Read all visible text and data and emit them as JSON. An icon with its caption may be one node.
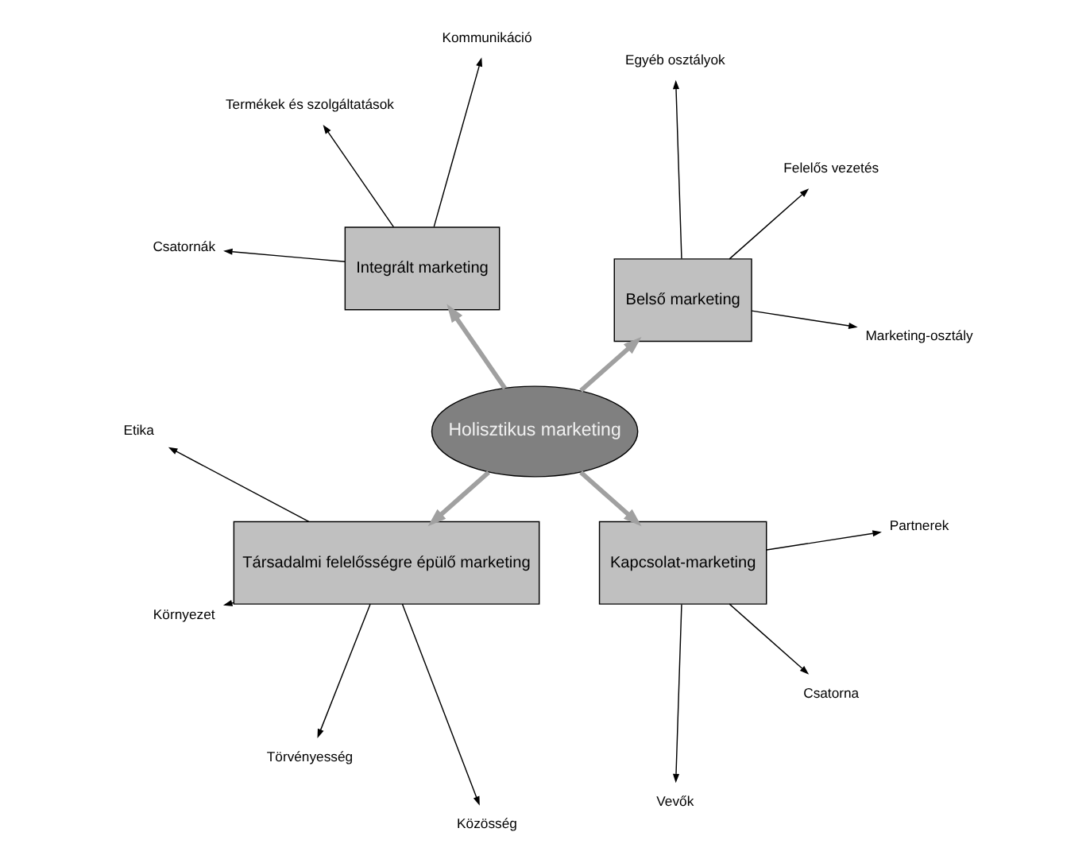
{
  "diagram": {
    "nodes": [
      {
        "text": [
          "Holisztikus marketing"
        ]
      },
      {
        "text": [
          "Belső marketing"
        ]
      },
      {
        "text": [
          "Integrált marketing"
        ]
      },
      {
        "text": [
          "Társadalmi felelősségre épülő marketing"
        ]
      },
      {
        "text": [
          "Kapcsolat-marketing"
        ]
      },
      {
        "text": [
          "Marketing-osztály"
        ]
      },
      {
        "text": [
          "Felelős vezetés"
        ]
      },
      {
        "text": [
          "Egyéb osztályok"
        ]
      },
      {
        "text": [
          "Kommunikáció"
        ]
      },
      {
        "text": [
          "Termékek és szolgáltatások"
        ]
      },
      {
        "text": [
          "Csatornák"
        ]
      },
      {
        "text": [
          "Etika"
        ]
      },
      {
        "text": [
          "Környezet"
        ]
      },
      {
        "text": [
          "Törvényesség"
        ]
      },
      {
        "text": [
          "Közösség"
        ]
      },
      {
        "text": [
          "Vevők"
        ]
      },
      {
        "text": [
          "Csatorna"
        ]
      },
      {
        "text": [
          "Partnerek"
        ]
      }
    ],
    "edges": [
      {
        "from": 0,
        "to": 1,
        "arrow": "to",
        "style": "thick",
        "color": "#a0a0a0"
      },
      {
        "from": 0,
        "to": 2,
        "arrow": "to",
        "style": "thick",
        "color": "#a0a0a0"
      },
      {
        "from": 0,
        "to": 3,
        "arrow": "to",
        "style": "thick",
        "color": "#a0a0a0"
      },
      {
        "from": 0,
        "to": 4,
        "arrow": "to",
        "style": "thick",
        "color": "#a0a0a0"
      },
      {
        "from": 1,
        "to": 5,
        "arrow": "to"
      },
      {
        "from": 1,
        "to": 6,
        "arrow": "to"
      },
      {
        "from": 1,
        "to": 7,
        "arrow": "to"
      },
      {
        "from": 2,
        "to": 8,
        "arrow": "to"
      },
      {
        "from": 2,
        "to": 9,
        "arrow": "to"
      },
      {
        "from": 2,
        "to": 10,
        "arrow": "to"
      },
      {
        "from": 3,
        "to": 11,
        "arrow": "to"
      },
      {
        "from": 3,
        "to": 12,
        "arrow": "to"
      },
      {
        "from": 3,
        "to": 13,
        "arrow": "to"
      },
      {
        "from": 3,
        "to": 14,
        "arrow": "to"
      },
      {
        "from": 4,
        "to": 15,
        "arrow": "to"
      },
      {
        "from": 4,
        "to": 16,
        "arrow": "to"
      },
      {
        "from": 4,
        "to": 17,
        "arrow": "to"
      }
    ]
  }
}
